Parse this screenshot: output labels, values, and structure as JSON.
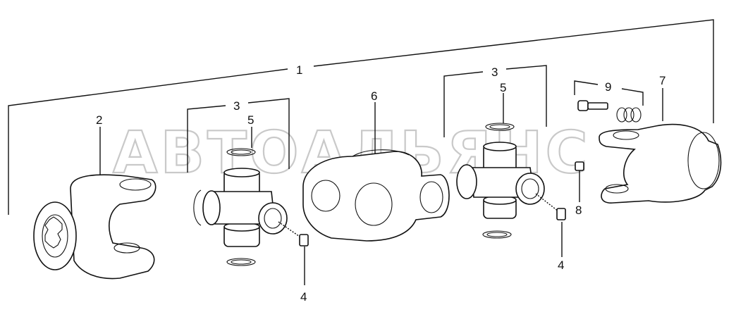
{
  "watermark": "АВТОАЛЬЯНС",
  "callouts": {
    "assembly": "1",
    "yoke_left": "2",
    "cross_kit_left": "3",
    "cross_kit_right": "3",
    "grease_fitting_left": "4",
    "grease_fitting_right": "4",
    "snap_ring_left": "5",
    "snap_ring_right": "5",
    "center_yoke": "6",
    "telescopic_yoke": "7",
    "grease_fitting_yoke": "8",
    "bolt_spring_kit": "9"
  }
}
